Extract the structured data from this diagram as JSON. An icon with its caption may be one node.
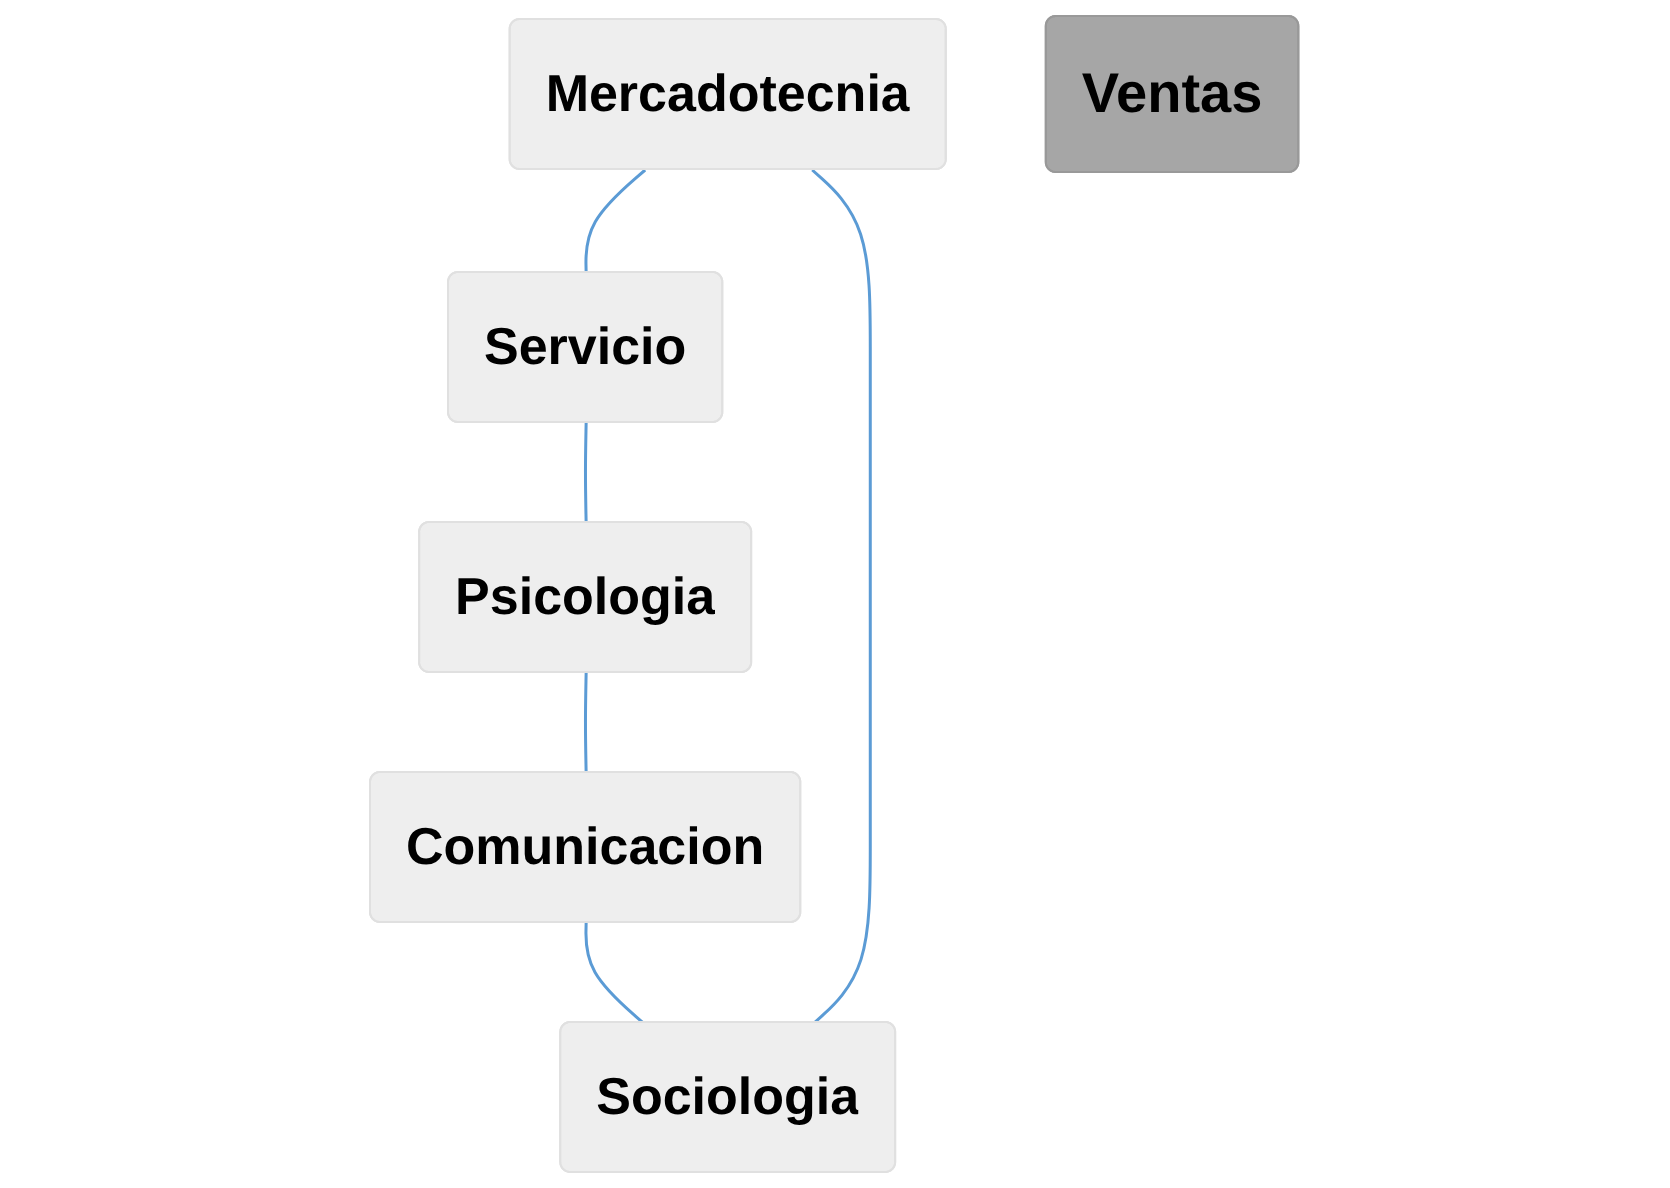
{
  "diagram": {
    "nodes": [
      {
        "text": [
          "Mercadotecnia"
        ]
      },
      {
        "text": [
          "Sociologia"
        ]
      },
      {
        "text": [
          "Servicio"
        ]
      },
      {
        "text": [
          "Ventas"
        ]
      },
      {
        "text": [
          "Comunicacion"
        ]
      },
      {
        "text": [
          "Psicologia"
        ]
      }
    ],
    "edges": [
      {
        "from": 0,
        "to": 2,
        "arrow": "none"
      },
      {
        "from": 2,
        "to": 5,
        "arrow": "none"
      },
      {
        "from": 5,
        "to": 4,
        "arrow": "none"
      },
      {
        "from": 4,
        "to": 1,
        "arrow": "none"
      },
      {
        "from": 1,
        "to": 0,
        "arrow": "none"
      }
    ]
  }
}
